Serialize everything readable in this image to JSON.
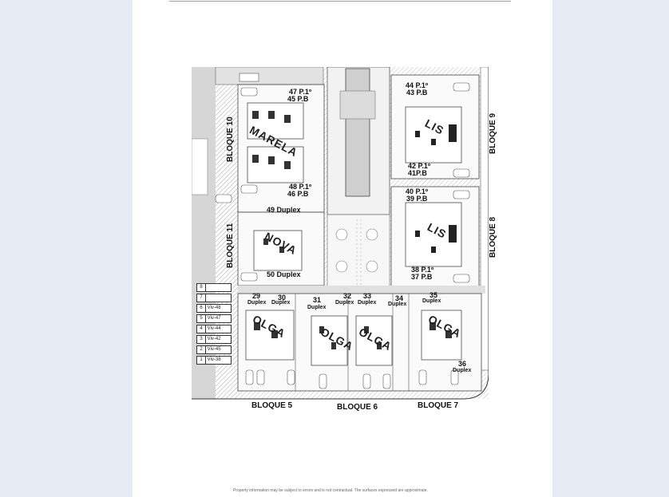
{
  "blocks": {
    "b10": "BLOQUE 10",
    "b11": "BLOQUE 11",
    "b9": "BLOQUE 9",
    "b8": "BLOQUE 8",
    "b5": "BLOQUE 5",
    "b6": "BLOQUE 6",
    "b7": "BLOQUE 7"
  },
  "units": {
    "u47": "47 P.1º",
    "u45": "45 P.B",
    "u48": "48 P.1º",
    "u46": "46 P.B",
    "u49": "49 Duplex",
    "u50": "50 Duplex",
    "u44": "44 P.1º",
    "u43": "43 P.B",
    "u42": "42 P.1º",
    "u41": "41P.B",
    "u40": "40 P.1º",
    "u39": "39 P.B",
    "u38": "38 P.1º",
    "u37": "37 P.B",
    "u29": "29",
    "u30": "30",
    "u31": "31",
    "u32": "32",
    "u33": "33",
    "u34": "34",
    "u35": "35",
    "u36": "36",
    "duplex": "Duplex"
  },
  "models": {
    "marela": "MARELA",
    "nova": "NOVA",
    "lis": "LIS",
    "olga": "OLGA"
  },
  "parking": [
    {
      "n": "8",
      "v": ""
    },
    {
      "n": "7",
      "v": ""
    },
    {
      "n": "6",
      "v": "Viv-48"
    },
    {
      "n": "5",
      "v": "Viv-47"
    },
    {
      "n": "4",
      "v": "Viv-44"
    },
    {
      "n": "3",
      "v": "Viv-42"
    },
    {
      "n": "2",
      "v": "Viv-45"
    },
    {
      "n": "1",
      "v": "Viv-38"
    }
  ],
  "footer_text": "Property information may be subject to errors and is not contractual. The surfaces expressed are approximate."
}
